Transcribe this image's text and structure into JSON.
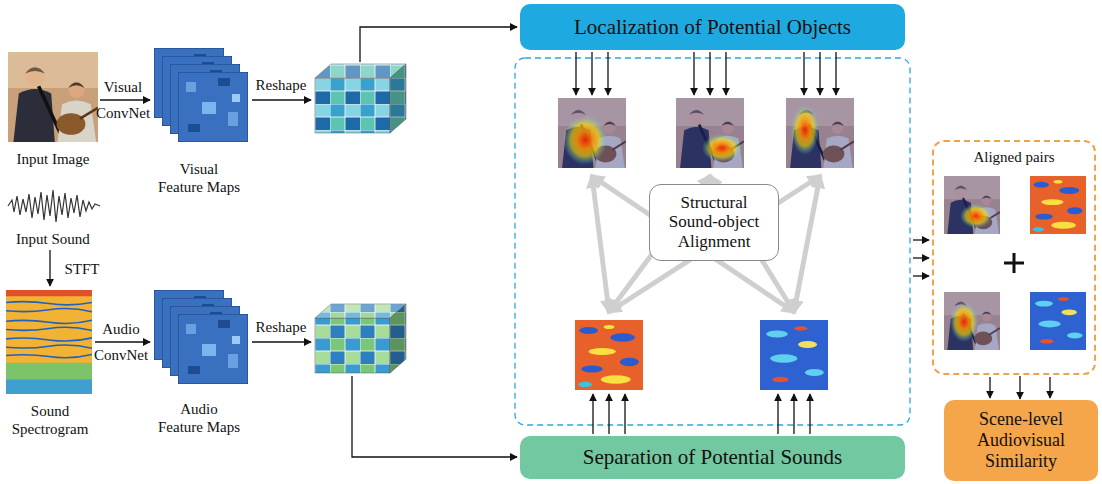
{
  "diagram": {
    "nodes": [
      {
        "text": [
          "Localization of Potential Objects"
        ]
      },
      {
        "text": [
          "Structural Sound-object Alignment"
        ]
      },
      {
        "text": [
          "Separation of Potential Sounds"
        ]
      },
      {
        "text": [
          "Aligned pairs"
        ]
      },
      {
        "text": [
          "Scene-level Audiovisual Similarity"
        ]
      }
    ],
    "edges": [
      {
        "from": 3,
        "to": 4,
        "arrow": "to"
      }
    ],
    "labels": [
      "Input Image",
      "Visual ConvNet",
      "Visual Feature Maps",
      "Reshape",
      "Input Sound",
      "STFT",
      "Sound Spectrogram",
      "Audio ConvNet",
      "Audio Feature Maps",
      "Reshape"
    ]
  }
}
